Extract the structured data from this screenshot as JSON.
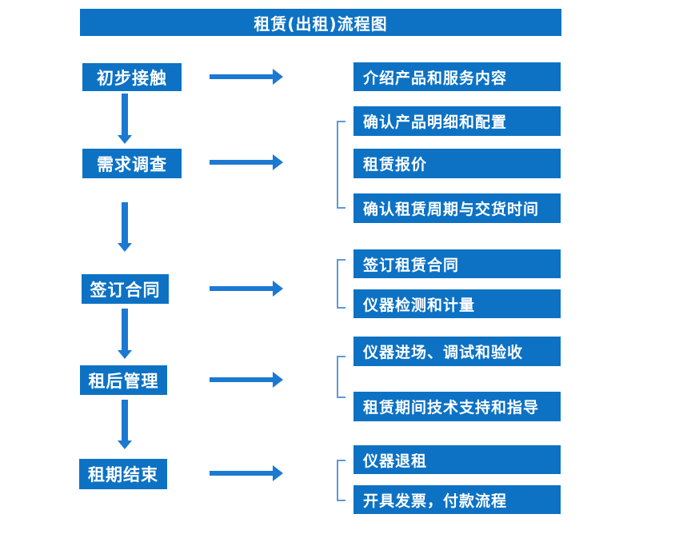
{
  "title": "租赁(出租)流程图",
  "colors": {
    "box_blue": "#0d72c4",
    "arrow_blue": "#1b79d2",
    "bracket_blue": "#5b9bd5",
    "text_white": "#ffffff"
  },
  "stages": [
    {
      "label": "初步接触"
    },
    {
      "label": "需求调查"
    },
    {
      "label": "签订合同"
    },
    {
      "label": "租后管理"
    },
    {
      "label": "租期结束"
    }
  ],
  "details": [
    {
      "label": "介绍产品和服务内容"
    },
    {
      "label": "确认产品明细和配置"
    },
    {
      "label": "租赁报价"
    },
    {
      "label": "确认租赁周期与交货时间"
    },
    {
      "label": "签订租赁合同"
    },
    {
      "label": "仪器检测和计量"
    },
    {
      "label": "仪器进场、调试和验收"
    },
    {
      "label": "租赁期间技术支持和指导"
    },
    {
      "label": "仪器退租"
    },
    {
      "label": "开具发票，付款流程"
    }
  ]
}
